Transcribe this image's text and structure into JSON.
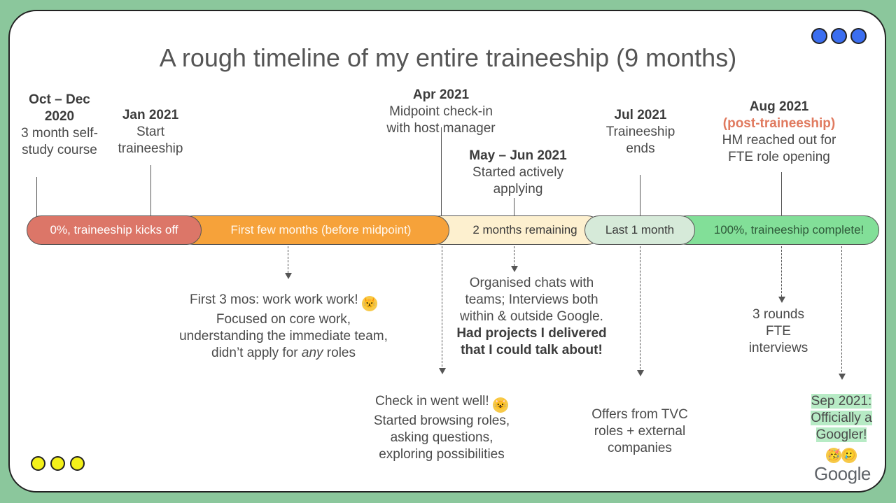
{
  "title": "A rough timeline of my entire traineeship (9 months)",
  "milestones": {
    "oct": {
      "date": "Oct – Dec 2020",
      "desc": "3 month self-study course"
    },
    "jan": {
      "date": "Jan 2021",
      "desc": "Start traineeship"
    },
    "apr": {
      "date": "Apr 2021",
      "desc": "Midpoint check-in with host manager"
    },
    "may": {
      "date": "May – Jun 2021",
      "desc": "Started actively applying"
    },
    "jul": {
      "date": "Jul 2021",
      "desc": "Traineeship ends"
    },
    "aug": {
      "date": "Aug 2021",
      "note": "(post-traineeship)",
      "desc": "HM reached out for FTE role opening"
    }
  },
  "segments": [
    {
      "label": "0%, traineeship kicks off",
      "color": "#dc7668"
    },
    {
      "label": "First few months (before midpoint)",
      "color": "#f6a23a"
    },
    {
      "label": "2 months remaining",
      "color": "#fdf0cf"
    },
    {
      "label": "Last 1 month",
      "color": "#d6ead9"
    },
    {
      "label": "100%, traineeship complete!",
      "color": "#82df98"
    }
  ],
  "notes": {
    "first3": {
      "line1": "First 3 mos: work work work!",
      "line2": "Focused on core work, understanding the immediate team, didn’t apply for",
      "em": "any",
      "line3": "roles"
    },
    "checkin": {
      "line1": "Check in went well!",
      "line2": "Started browsing roles, asking questions, exploring possibilities"
    },
    "chats": {
      "normal": "Organised chats with teams; Interviews both within & outside Google.",
      "bold": "Had projects I delivered that I could talk about!"
    },
    "offers": {
      "text": "Offers from TVC roles + external companies"
    },
    "fte": {
      "text": "3 rounds FTE interviews"
    },
    "sep": {
      "text": "Sep 2021: Officially a Googler!"
    }
  },
  "brand": "Google",
  "colors": {
    "accent_note": "#e07a5f",
    "top_dots": "#3b6ef0",
    "bottom_dots": "#f4f11a",
    "background": "#8bc79c"
  }
}
